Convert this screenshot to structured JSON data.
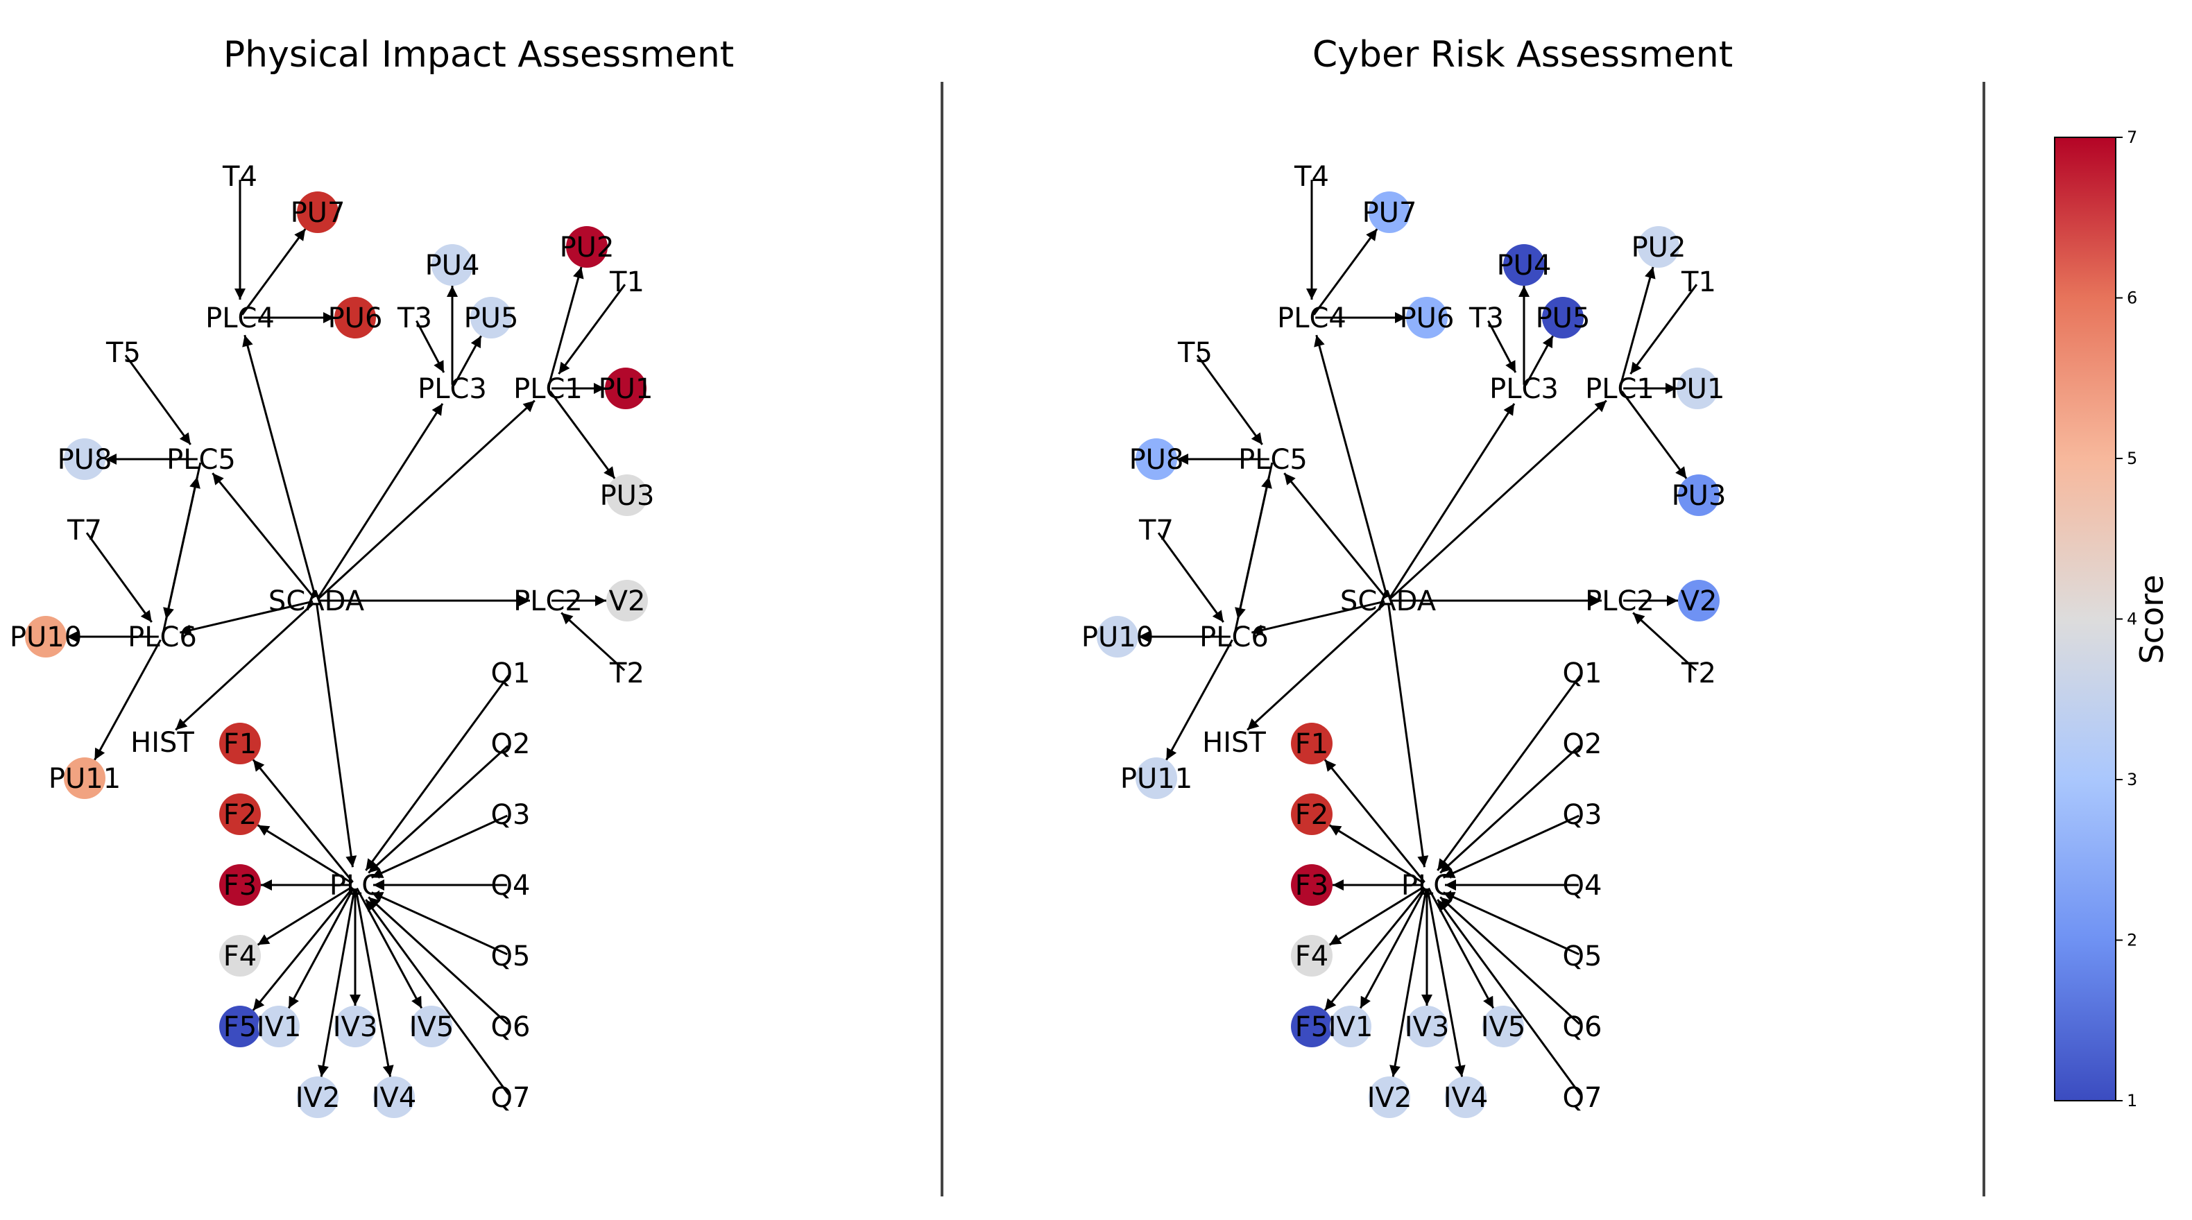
{
  "panels": [
    {
      "title": "Physical Impact Assessment",
      "colors": {
        "PU7": "#c8312c",
        "PU6": "#c8312c",
        "PU2": "#b2082b",
        "PU1": "#b2082b",
        "PU4": "#c8d6ee",
        "PU5": "#c8d6ee",
        "PU3": "#dcdcdc",
        "PU8": "#c8d6ee",
        "V2": "#dcdcdc",
        "PU10": "#f1a381",
        "PU11": "#f1a381",
        "F1": "#c8312c",
        "F2": "#c8312c",
        "F3": "#b2082b",
        "F4": "#dcdcdc",
        "F5": "#3b4cc0",
        "IV1": "#c8d6ee",
        "IV2": "#c8d6ee",
        "IV3": "#c8d6ee",
        "IV4": "#c8d6ee",
        "IV5": "#c8d6ee"
      }
    },
    {
      "title": "Cyber Risk Assessment",
      "colors": {
        "PU7": "#8fb1fc",
        "PU6": "#8fb1fc",
        "PU2": "#c8d6ee",
        "PU1": "#c8d6ee",
        "PU4": "#3b4cc0",
        "PU5": "#3b4cc0",
        "PU3": "#6f92f3",
        "PU8": "#8fb1fc",
        "V2": "#6f92f3",
        "PU10": "#c8d6ee",
        "PU11": "#c8d6ee",
        "F1": "#c8312c",
        "F2": "#c8312c",
        "F3": "#b2082b",
        "F4": "#dcdcdc",
        "F5": "#3b4cc0",
        "IV1": "#c8d6ee",
        "IV2": "#c8d6ee",
        "IV3": "#c8d6ee",
        "IV4": "#c8d6ee",
        "IV5": "#c8d6ee"
      }
    }
  ],
  "nodes": [
    "T4",
    "PU7",
    "PU2",
    "PU4",
    "T1",
    "PLC4",
    "PU6",
    "T3",
    "PU5",
    "T5",
    "PLC3",
    "PLC1",
    "PU1",
    "PU8",
    "PLC5",
    "PU3",
    "T7",
    "SCADA",
    "PLC2",
    "V2",
    "PU10",
    "PLC6",
    "T2",
    "Q1",
    "HIST",
    "F1",
    "Q2",
    "PU11",
    "F2",
    "Q3",
    "F3",
    "PLC",
    "Q4",
    "F4",
    "Q5",
    "F5",
    "IV1",
    "IV3",
    "IV5",
    "Q6",
    "IV2",
    "IV4",
    "Q7"
  ],
  "edges": [
    [
      "T4",
      "PLC4"
    ],
    [
      "PLC4",
      "PU7"
    ],
    [
      "PLC4",
      "PU6"
    ],
    [
      "SCADA",
      "PLC4"
    ],
    [
      "T3",
      "PLC3"
    ],
    [
      "PLC3",
      "PU4"
    ],
    [
      "PLC3",
      "PU5"
    ],
    [
      "SCADA",
      "PLC3"
    ],
    [
      "T1",
      "PLC1"
    ],
    [
      "PLC1",
      "PU2"
    ],
    [
      "PLC1",
      "PU1"
    ],
    [
      "PLC1",
      "PU3"
    ],
    [
      "SCADA",
      "PLC1"
    ],
    [
      "T5",
      "PLC5"
    ],
    [
      "PLC5",
      "PU8"
    ],
    [
      "SCADA",
      "PLC5"
    ],
    [
      "PLC5",
      "PLC6"
    ],
    [
      "PLC6",
      "PLC5"
    ],
    [
      "T7",
      "PLC6"
    ],
    [
      "SCADA",
      "PLC6"
    ],
    [
      "PLC6",
      "PU10"
    ],
    [
      "PLC6",
      "PU11"
    ],
    [
      "SCADA",
      "PLC2"
    ],
    [
      "PLC2",
      "V2"
    ],
    [
      "T2",
      "PLC2"
    ],
    [
      "SCADA",
      "HIST"
    ],
    [
      "SCADA",
      "PLC"
    ],
    [
      "Q1",
      "PLC"
    ],
    [
      "Q2",
      "PLC"
    ],
    [
      "Q3",
      "PLC"
    ],
    [
      "Q4",
      "PLC"
    ],
    [
      "Q5",
      "PLC"
    ],
    [
      "Q6",
      "PLC"
    ],
    [
      "Q7",
      "PLC"
    ],
    [
      "PLC",
      "F1"
    ],
    [
      "PLC",
      "F2"
    ],
    [
      "PLC",
      "F3"
    ],
    [
      "PLC",
      "F4"
    ],
    [
      "PLC",
      "F5"
    ],
    [
      "PLC",
      "IV1"
    ],
    [
      "PLC",
      "IV2"
    ],
    [
      "PLC",
      "IV3"
    ],
    [
      "PLC",
      "IV4"
    ],
    [
      "PLC",
      "IV5"
    ]
  ],
  "colorbar": {
    "label": "Score",
    "ticks": [
      "1",
      "2",
      "3",
      "4",
      "5",
      "6",
      "7"
    ],
    "range": [
      1,
      7
    ],
    "stops": [
      "#3b4cc0",
      "#6f92f3",
      "#aac7fd",
      "#dddcdc",
      "#f7b89c",
      "#e7745b",
      "#b40426"
    ]
  }
}
